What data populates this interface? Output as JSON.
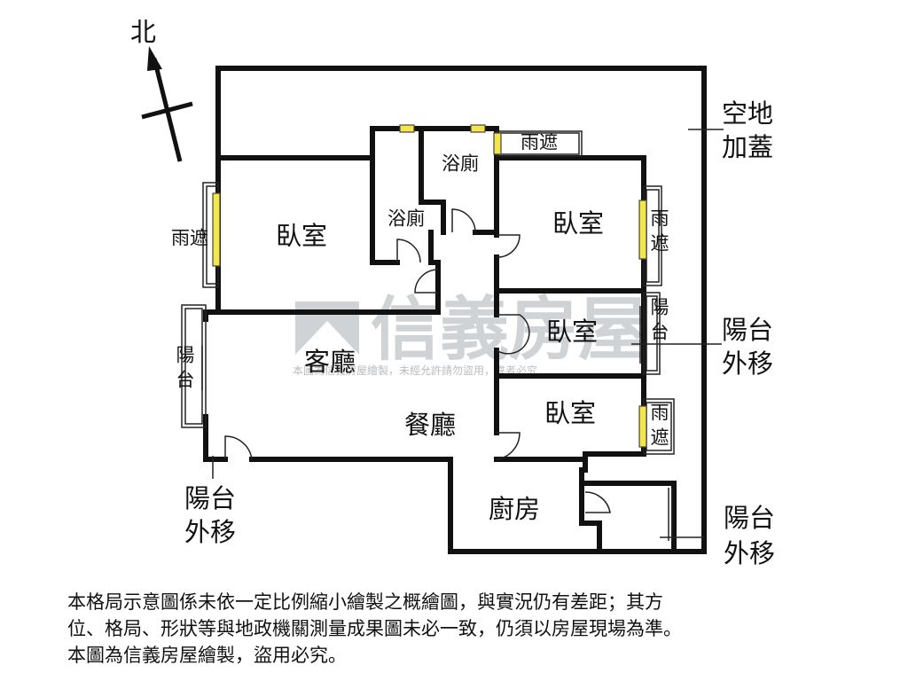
{
  "compass": {
    "label": "北"
  },
  "rooms": {
    "bedroom_1": "臥室",
    "bedroom_2": "臥室",
    "bedroom_3": "臥室",
    "bedroom_4": "臥室",
    "bath_1": "浴廁",
    "bath_2": "浴廁",
    "living": "客廳",
    "dining": "餐廳",
    "kitchen": "廚房"
  },
  "exterior": {
    "canopy_top": "雨遮",
    "canopy_left": "雨遮",
    "canopy_right_top": "雨遮",
    "canopy_right_bottom": "雨遮",
    "balcony_left": "陽台",
    "balcony_right": "陽台"
  },
  "callouts": {
    "vacant_line1": "空地",
    "vacant_line2": "加蓋",
    "balcony_out_right1_line1": "陽台",
    "balcony_out_right1_line2": "外移",
    "balcony_out_left_line1": "陽台",
    "balcony_out_left_line2": "外移",
    "balcony_out_right2_line1": "陽台",
    "balcony_out_right2_line2": "外移"
  },
  "watermark": {
    "brand": "信義房屋",
    "copyright": "本圖為信義房屋繪製，未經允許請勿盜用，違者必究"
  },
  "disclaimer": [
    "本格局示意圖係未依一定比例縮小繪製之概繪圖，與實況仍有差距；其方",
    "位、格局、形狀等與地政機關測量成果圖未必一致，仍須以房屋現場為準。",
    "本圖為信義房屋繪製，盜用必究。"
  ]
}
